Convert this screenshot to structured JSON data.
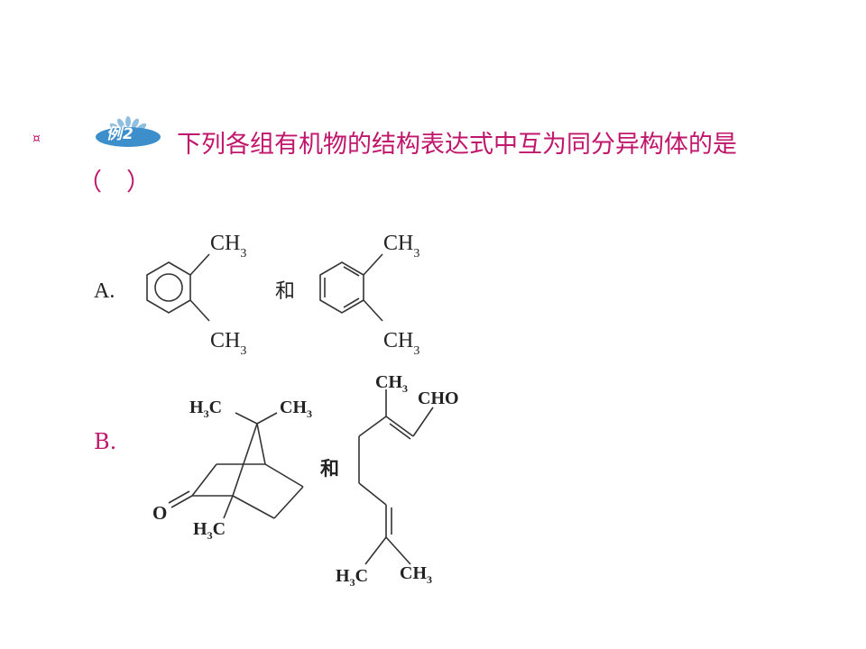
{
  "bullet": "¤",
  "example_label": "例2",
  "question": "下列各组有机物的结构表达式中互为同分异构体的是",
  "answer_paren": "（　）",
  "option_a": {
    "label": "A.",
    "connector": "和",
    "left_top_group": "CH3",
    "left_bottom_group": "CH3",
    "right_top_group": "CH3",
    "right_bottom_group": "CH3"
  },
  "option_b": {
    "label": "B.",
    "connector": "和",
    "camphor_groups": [
      "H3C",
      "CH3",
      "O",
      "H3C"
    ],
    "citral_groups": [
      "CH3",
      "CHO",
      "H3C",
      "CH3"
    ]
  }
}
